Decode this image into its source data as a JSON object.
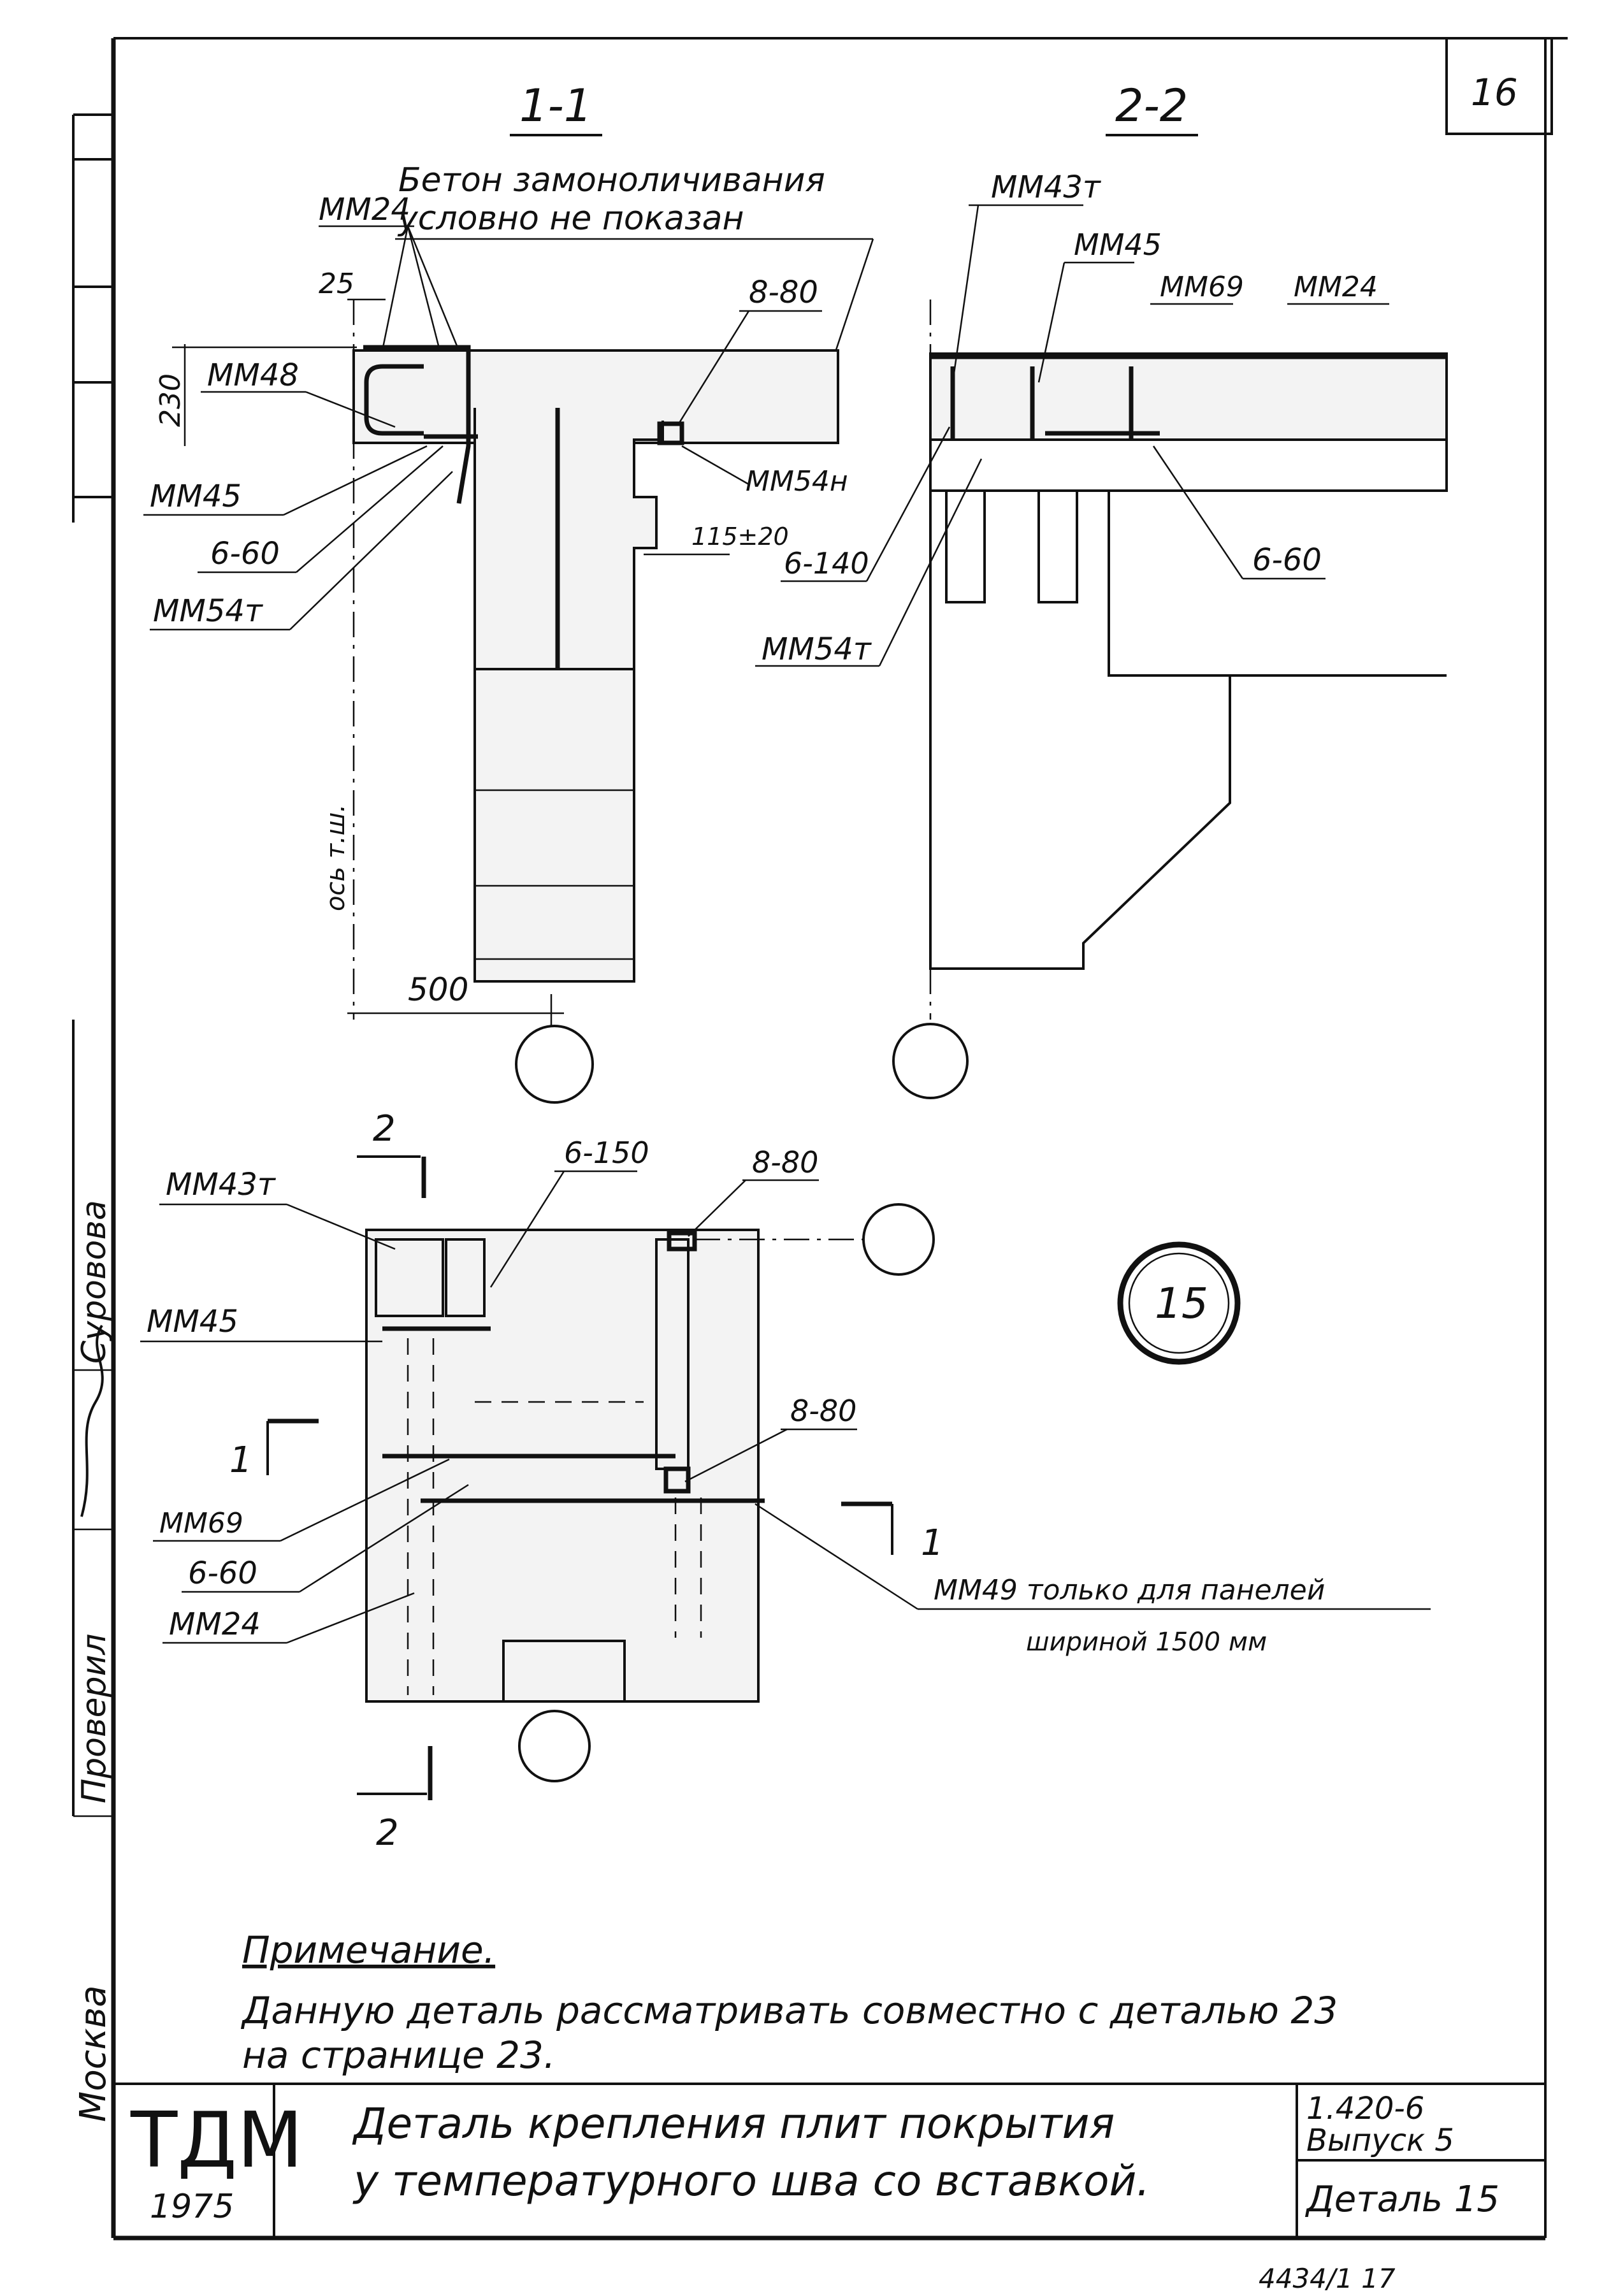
{
  "sheet_number": "16",
  "page_footer": "4434/1     17",
  "side_stamp": {
    "city": "Москва",
    "checked_label": "Проверил",
    "surname": "Суровова"
  },
  "section_1": {
    "title": "1-1",
    "note": [
      "Бетон замоноличивания",
      "условно не показан"
    ],
    "labels": {
      "mm24": "ММ24",
      "mm48": "ММ48",
      "mm45": "ММ45",
      "r660": "6-60",
      "mm54t": "ММ54т",
      "r880": "8-80",
      "mm54n": "ММ54н",
      "gap": "115±20",
      "dim25": "25",
      "dim230": "230",
      "dim500": "500",
      "axis": "ось т.ш."
    }
  },
  "section_2": {
    "title": "2-2",
    "labels": {
      "mm43t": "ММ43т",
      "mm45": "ММ45",
      "mm69": "ММ69",
      "mm24": "ММ24",
      "r6140": "6-140",
      "mm54t": "ММ54т",
      "r660": "6-60"
    }
  },
  "plan": {
    "labels": {
      "mm43t": "ММ43т",
      "r6150": "6-150",
      "r880a": "8-80",
      "r880b": "8-80",
      "mm45": "ММ45",
      "mm69": "ММ69",
      "r660": "6-60",
      "mm24": "ММ24",
      "mm49": "ММ49  только для панелей",
      "mm49b": "шириной  1500 мм",
      "cut1": "1",
      "cut2": "2"
    }
  },
  "detail_badge": "15",
  "note": {
    "heading": "Примечание.",
    "lines": [
      "Данную деталь рассматривать совместно с деталью 23",
      "на странице 23."
    ]
  },
  "title_block": {
    "org": "ТДМ",
    "year": "1975",
    "title": [
      "Деталь крепления плит покрытия",
      "у температурного шва со вставкой."
    ],
    "series": "1.420-6",
    "issue": "Выпуск 5",
    "detail": "Деталь 15"
  }
}
